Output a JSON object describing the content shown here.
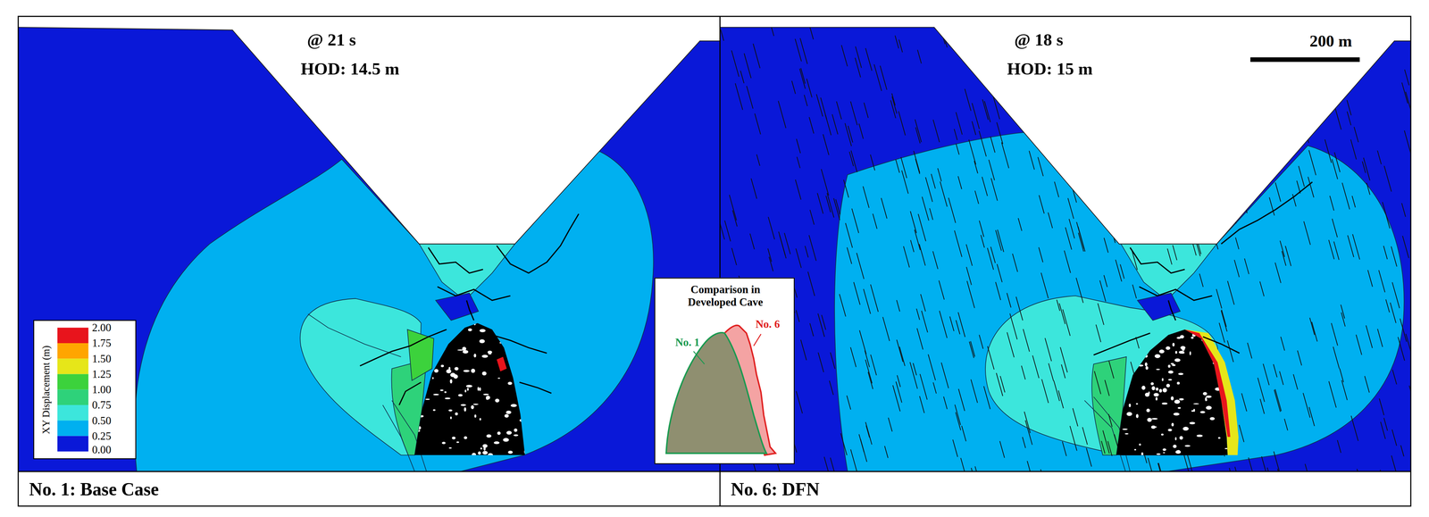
{
  "diagram": {
    "nodes": [
      {
        "text": [
          "No. 1: Base Case"
        ]
      },
      {
        "text": [
          "No. 6: DFN"
        ]
      },
      {
        "text": [
          "Comparison in Developed Cave",
          "No. 1",
          "No. 6"
        ]
      }
    ],
    "labels": [
      "@ 21 s",
      "HOD: 14.5 m",
      "@ 18 s",
      "HOD: 15 m",
      "200 m",
      "XY Displacement (m)",
      "0.00"
    ],
    "legend": [
      {
        "text": "2.00",
        "color": "#e8141c"
      },
      {
        "text": "1.75",
        "color": "#ffa500"
      },
      {
        "text": "1.50",
        "color": "#e6e619"
      },
      {
        "text": "1.25",
        "color": "#3cd23c"
      },
      {
        "text": "1.00",
        "color": "#2ed27a"
      },
      {
        "text": "0.75",
        "color": "#3ce6dc"
      },
      {
        "text": "0.50",
        "color": "#00b0f0"
      },
      {
        "text": "0.25",
        "color": "#0a18d8"
      }
    ]
  }
}
